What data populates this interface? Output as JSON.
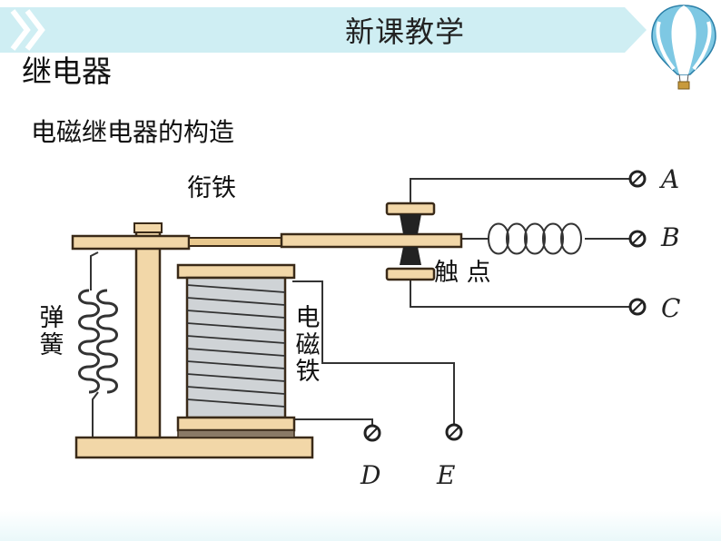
{
  "banner": {
    "title": "新课教学"
  },
  "section_title": "继电器",
  "subtitle": "电磁继电器的构造",
  "diagram": {
    "labels": {
      "armature": "衔铁",
      "contact": "触 点",
      "spring": "弹簧",
      "electromagnet": "电磁铁"
    },
    "terminals": {
      "a": "A",
      "b": "B",
      "c": "C",
      "d": "D",
      "e": "E"
    }
  },
  "colors": {
    "banner_fill": "#cfeef3",
    "wood": "#f2d7a8",
    "wood_edge": "#3a2a18",
    "coil_core": "#cfd3d6",
    "wire": "#333333"
  }
}
